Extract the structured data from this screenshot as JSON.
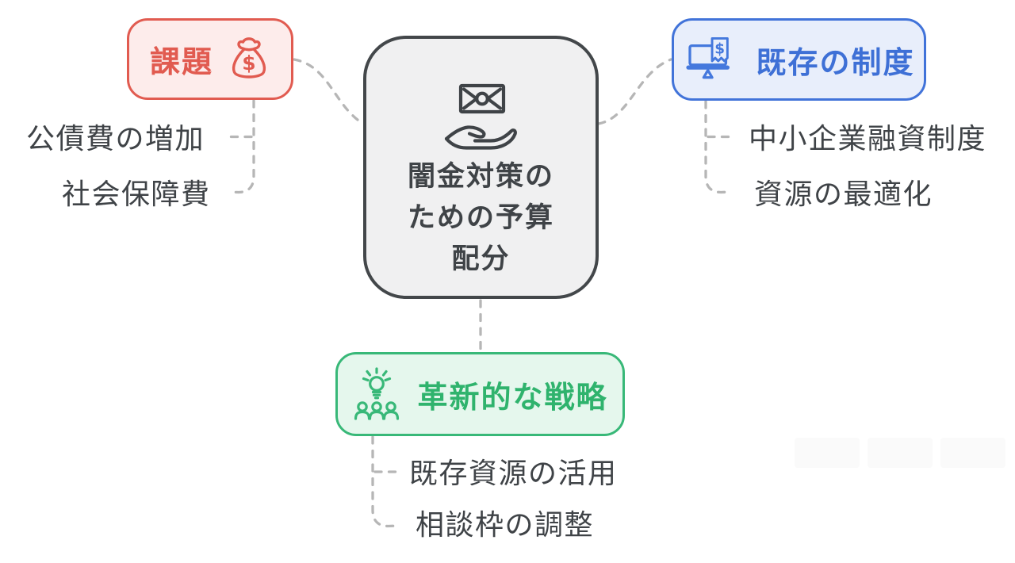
{
  "center_node": {
    "lines": [
      "闇金対策の",
      "ための予算",
      "配分"
    ],
    "icon": "money-hand-icon",
    "border_color": "#43474a",
    "bg_color": "#f0f0f1",
    "text_color": "#3f4347"
  },
  "branches": [
    {
      "id": "issues",
      "label": "課題",
      "icon": "money-bag-icon",
      "border_color": "#e15b50",
      "bg_color": "#fdeceb",
      "text_color": "#e15b50",
      "children": [
        "公債費の増加",
        "社会保障費"
      ]
    },
    {
      "id": "existing-systems",
      "label": "既存の制度",
      "icon": "monitor-receipt-icon",
      "border_color": "#4173d9",
      "bg_color": "#e8eefb",
      "text_color": "#3e70d6",
      "children": [
        "中小企業融資制度",
        "資源の最適化"
      ]
    },
    {
      "id": "innovative-strategies",
      "label": "革新的な戦略",
      "icon": "lightbulb-team-icon",
      "border_color": "#38b878",
      "bg_color": "#e5f7ed",
      "text_color": "#2fb36d",
      "children": [
        "既存資源の活用",
        "相談枠の調整"
      ]
    }
  ],
  "connector_color": "#b6b6b6",
  "child_text_color": "#3f4347"
}
